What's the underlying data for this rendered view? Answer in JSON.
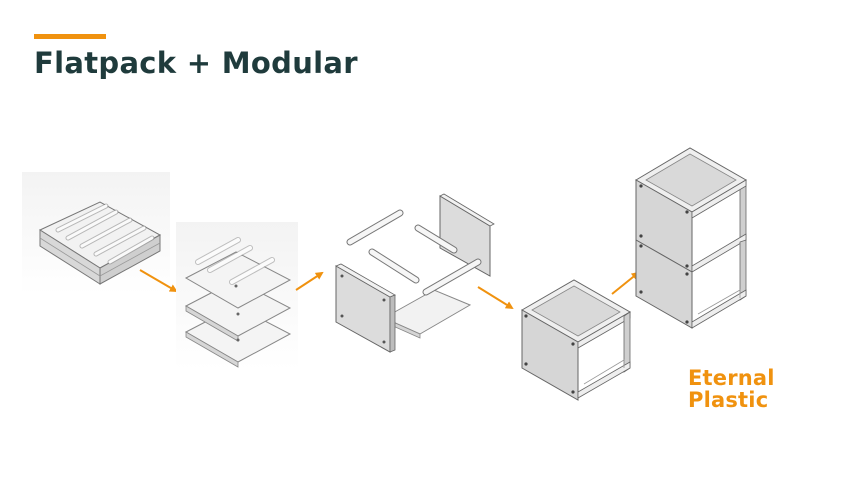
{
  "slide": {
    "title": "Flatpack + Modular",
    "accent_color": "#f0920f",
    "title_color": "#1f3b3c"
  },
  "brand": {
    "line1": "Eternal",
    "line2": "Plastic",
    "color": "#f0920f"
  },
  "diagram": {
    "steps": [
      {
        "name": "flatpack-stack"
      },
      {
        "name": "separated-panels"
      },
      {
        "name": "exploded-cube-parts"
      },
      {
        "name": "assembled-cube"
      },
      {
        "name": "stacked-cubes"
      }
    ],
    "arrow_icon": "arrow-right-down-icon",
    "arrow_color": "#f0920f"
  }
}
